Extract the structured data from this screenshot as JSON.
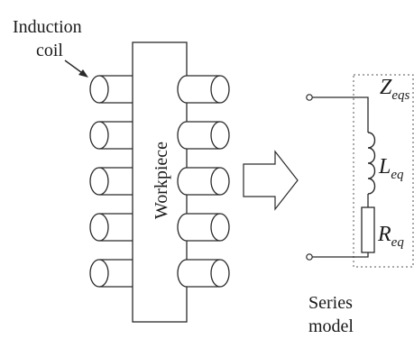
{
  "labels": {
    "induction_coil_line1": "Induction",
    "induction_coil_line2": "coil",
    "workpiece": "Workpiece",
    "series_model_line1": "Series",
    "series_model_line2": "model"
  },
  "math": {
    "z": {
      "base": "Z",
      "sub": "eqs"
    },
    "l": {
      "base": "L",
      "sub": "eq"
    },
    "r": {
      "base": "R",
      "sub": "eq"
    }
  },
  "coil_turns_per_side": 5
}
